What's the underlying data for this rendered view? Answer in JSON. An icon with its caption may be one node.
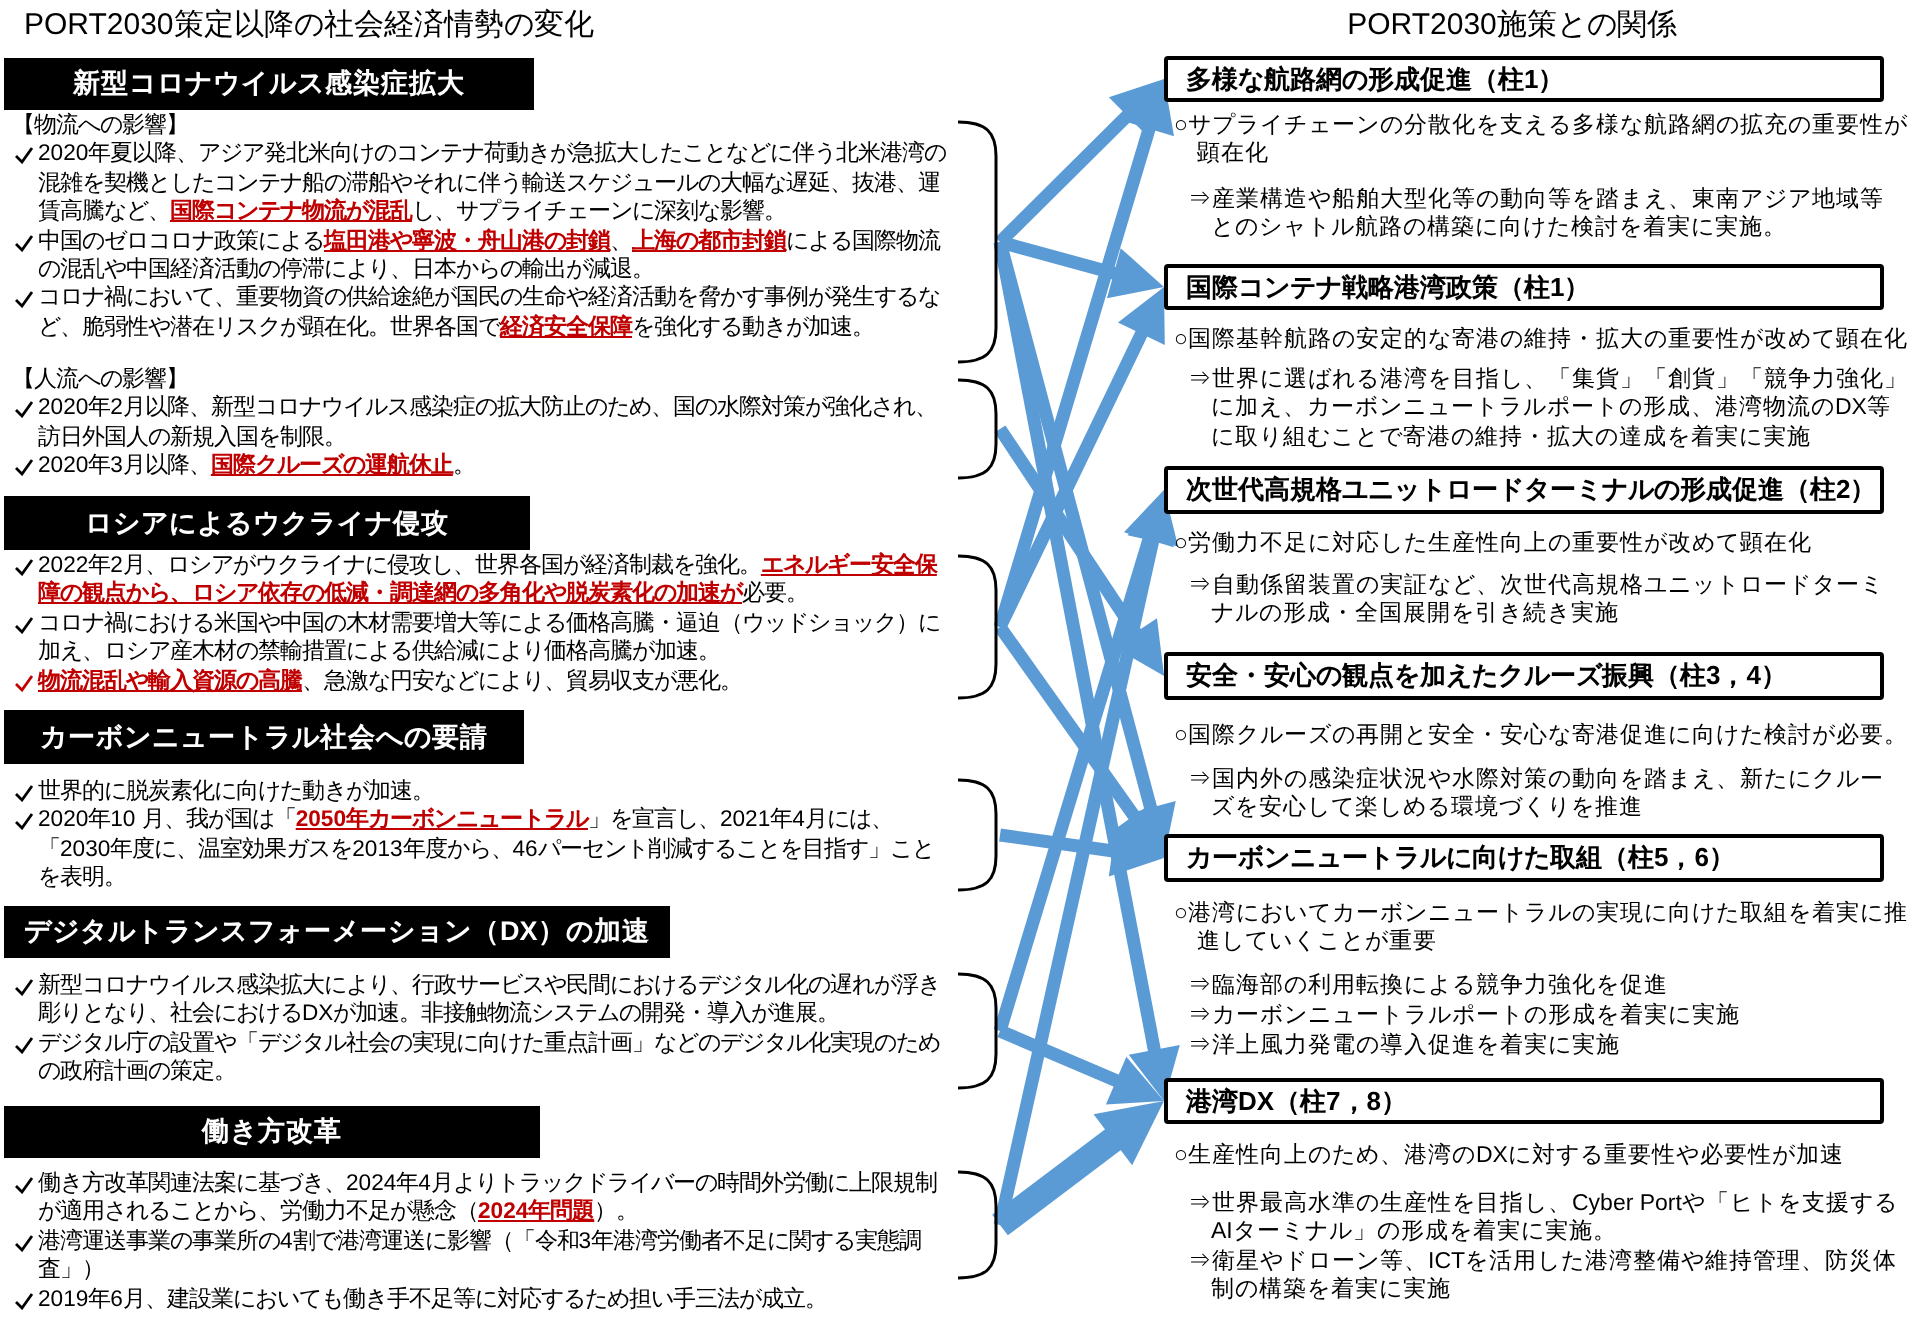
{
  "diagram": {
    "nodes": [
      {
        "text": [
          "新型コロナウイルス感染症拡大"
        ]
      },
      {
        "text": [
          "【物流への影響】",
          "2020年夏以降、アジア発北米向けのコンテナ荷動きが急拡大したことなどに伴う北米港湾の混雑を契機としたコンテナ船の滞船やそれに伴う輸送スケジュールの大幅な遅延、抜港、運賃高騰など、**国際コンテナ物流が混乱**し、サプライチェーンに深刻な影響。",
          "中国のゼロコロナ政策による**塩田港や寧波・舟山港の封鎖**、**上海の都市封鎖**による国際物流の混乱や中国経済活動の停滞により、日本からの輸出が減退。",
          "コロナ禍において、重要物資の供給途絶が国民の生命や経済活動を脅かす事例が発生するなど、脆弱性や潜在リスクが顕在化。世界各国で**経済安全保障**を強化する動きが加速。"
        ]
      },
      {
        "text": [
          "【人流への影響】",
          "2020年2月以降、新型コロナウイルス感染症の拡大防止のため、国の水際対策が強化され、訪日外国人の新規入国を制限。",
          "2020年3月以降、**国際クルーズの運航休止**。"
        ]
      },
      {
        "text": [
          "ロシアによるウクライナ侵攻"
        ]
      },
      {
        "text": [
          "2022年2月、ロシアがウクライナに侵攻し、世界各国が経済制裁を強化。**エネルギー安全保障の観点から、ロシア依存の低減・調達網の多角化や脱炭素化の加速が**必要。",
          "コロナ禍における米国や中国の木材需要増大等による価格高騰・逼迫（ウッドショック）に加え、ロシア産木材の禁輸措置による供給減により価格高騰が加速。",
          "**物流混乱や輸入資源の高騰**、急激な円安などにより、貿易収支が悪化。"
        ]
      },
      {
        "text": [
          "カーボンニュートラル社会への要請"
        ]
      },
      {
        "text": [
          "世界的に脱炭素化に向けた動きが加速。",
          "2020年10 月、我が国は「**2050年カーボンニュートラル**」を宣言し、2021年4月には、「2030年度に、温室効果ガスを2013年度から、46パーセント削減することを目指す」ことを表明。"
        ]
      },
      {
        "text": [
          "デジタルトランスフォーメーション（DX）の加速"
        ]
      },
      {
        "text": [
          "新型コロナウイルス感染拡大により、行政サービスや民間におけるデジタル化の遅れが浮き彫りとなり、社会におけるDXが加速。非接触物流システムの開発・導入が進展。",
          "デジタル庁の設置や「デジタル社会の実現に向けた重点計画」などのデジタル化実現のための政府計画の策定。"
        ]
      },
      {
        "text": [
          "働き方改革"
        ]
      },
      {
        "text": [
          "働き方改革関連法案に基づき、2024年4月よりトラックドライバーの時間外労働に上限規制が適用されることから、労働力不足が懸念（**2024年問題**）。",
          "港湾運送事業の事業所の4割で港湾運送に影響（「令和3年港湾労働者不足に関する実態調査」）",
          "2019年6月、建設業においても働き手不足等に対応するため担い手三法が成立。"
        ]
      },
      {
        "text": [
          "多様な航路網の形成促進（柱1）"
        ],
        "beside": [
          "○サプライチェーンの分散化を支える多様な航路網の拡充の重要性が顕在化",
          "⇒産業構造や船舶大型化等の動向等を踏まえ、東南アジア地域等とのシャトル航路の構築に向けた検討を着実に実施。"
        ]
      },
      {
        "text": [
          "国際コンテナ戦略港湾政策（柱1）"
        ],
        "beside": [
          "○国際基幹航路の安定的な寄港の維持・拡大の重要性が改めて顕在化",
          "⇒世界に選ばれる港湾を目指し、「集貨」「創貨」「競争力強化」に加え、カーボンニュートラルポートの形成、港湾物流のDX等に取り組むことで寄港の維持・拡大の達成を着実に実施"
        ]
      },
      {
        "text": [
          "次世代高規格ユニットロードターミナルの形成促進（柱2）"
        ],
        "beside": [
          "○労働力不足に対応した生産性向上の重要性が改めて顕在化",
          "⇒自動係留装置の実証など、次世代高規格ユニットロードターミナルの形成・全国展開を引き続き実施"
        ]
      },
      {
        "text": [
          "安全・安心の観点を加えたクルーズ振興（柱3，4）"
        ],
        "beside": [
          "○国際クルーズの再開と安全・安心な寄港促進に向けた検討が必要。",
          "⇒国内外の感染症状況や水際対策の動向を踏まえ、新たにクルーズを安心して楽しめる環境づくりを推進"
        ]
      },
      {
        "text": [
          "カーボンニュートラルに向けた取組（柱5，6）"
        ],
        "beside": [
          "○港湾においてカーボンニュートラルの実現に向けた取組を着実に推進していくことが重要",
          "⇒臨海部の利用転換による競争力強化を促進",
          "⇒カーボンニュートラルポートの形成を着実に実施",
          "⇒洋上風力発電の導入促進を着実に実施"
        ]
      },
      {
        "text": [
          "港湾DX（柱7，8）"
        ],
        "beside": [
          "○生産性向上のため、港湾のDXに対する重要性や必要性が加速",
          "⇒世界最高水準の生産性を目指し、Cyber Portや「ヒトを支援するAIターミナル」の形成を着実に実施。",
          "⇒衛星やドローン等、ICTを活用した港湾整備や維持管理、防災体制の構築を着実に実施"
        ]
      }
    ],
    "edges": [
      {
        "from": 1,
        "to": 11,
        "arrow": "to"
      },
      {
        "from": 1,
        "to": 12,
        "arrow": "to"
      },
      {
        "from": 1,
        "to": 15,
        "arrow": "to"
      },
      {
        "from": 1,
        "to": 16,
        "arrow": "to"
      },
      {
        "from": 2,
        "to": 14,
        "arrow": "to"
      },
      {
        "from": 4,
        "to": 11,
        "arrow": "to"
      },
      {
        "from": 4,
        "to": 12,
        "arrow": "to"
      },
      {
        "from": 4,
        "to": 15,
        "arrow": "to"
      },
      {
        "from": 6,
        "to": 15,
        "arrow": "to"
      },
      {
        "from": 8,
        "to": 13,
        "arrow": "to"
      },
      {
        "from": 8,
        "to": 16,
        "arrow": "to"
      },
      {
        "from": 10,
        "to": 13,
        "arrow": "to"
      },
      {
        "from": 10,
        "to": 16,
        "arrow": "to",
        "style": "thick"
      }
    ],
    "labels": [
      "PORT2030策定以降の社会経済情勢の変化",
      "PORT2030施策との関係"
    ]
  }
}
